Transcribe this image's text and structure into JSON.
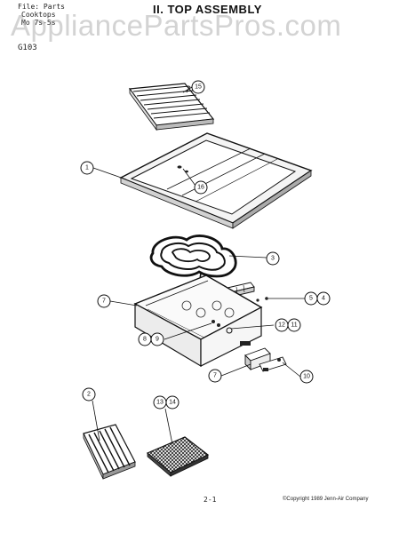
{
  "header": {
    "file_line": "File: Parts",
    "section_line": "Cooktops",
    "ref_line": "Mo 7s-5s",
    "model": "G103",
    "title": "II. TOP ASSEMBLY"
  },
  "watermark": "AppliancePartsPros.com",
  "callouts": {
    "c15": "15",
    "c1": "1",
    "c16": "16",
    "c3": "3",
    "c5": "5",
    "c4": "4",
    "c7a": "7",
    "c12": "12",
    "c11": "11",
    "c8": "8",
    "c9": "9",
    "c7b": "7",
    "c10": "10",
    "c2": "2",
    "c13": "13",
    "c14": "14"
  },
  "footer": {
    "page": "2-1",
    "copyright": "©Copyright 1989 Jenn-Air Company"
  }
}
